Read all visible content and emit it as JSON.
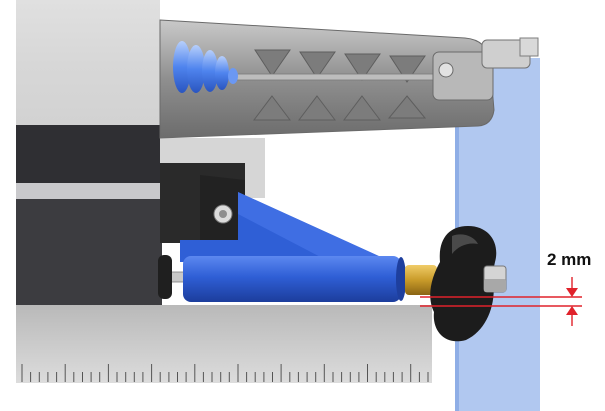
{
  "annotation": {
    "dimension_label": "2 mm"
  },
  "colors": {
    "blue_part": "#2f5fd6",
    "translucent_sheet": "#a9c2ee",
    "gray_frame": "#9c9c9c",
    "dark_block": "#2a2a2a",
    "brass_collar": "#c99b2a",
    "dimension_line": "#e0222b"
  },
  "ruler": {
    "tick_count": 48,
    "long_every": 5
  }
}
